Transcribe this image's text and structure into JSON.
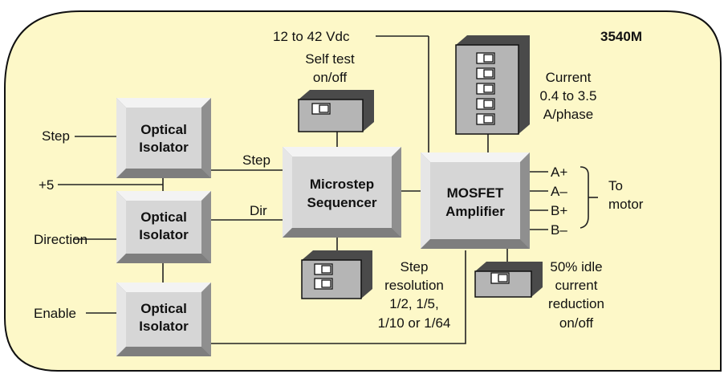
{
  "model": "3540M",
  "power": "12 to 42 Vdc",
  "blocks": {
    "isolator_line1": "Optical",
    "isolator_line2": "Isolator",
    "sequencer_line1": "Microstep",
    "sequencer_line2": "Sequencer",
    "amplifier_line1": "MOSFET",
    "amplifier_line2": "Amplifier"
  },
  "inputs": {
    "step": "Step",
    "plus5": "+5",
    "direction": "Direction",
    "enable": "Enable"
  },
  "signals": {
    "step": "Step",
    "dir": "Dir"
  },
  "self_test": {
    "line1": "Self test",
    "line2": "on/off"
  },
  "current": {
    "line1": "Current",
    "line2": "0.4 to 3.5",
    "line3": "A/phase"
  },
  "outputs": {
    "a_plus": "A+",
    "a_minus": "A–",
    "b_plus": "B+",
    "b_minus": "B–",
    "to_line1": "To",
    "to_line2": "motor"
  },
  "step_resolution": {
    "line1": "Step",
    "line2": "resolution",
    "line3": "1/2, 1/5,",
    "line4": "1/10 or 1/64"
  },
  "idle_current": {
    "line1": "50% idle",
    "line2": "current",
    "line3": "reduction",
    "line4": "on/off"
  },
  "colors": {
    "panel_fill": "#fdf8c8",
    "block_face": "#d6d6d6",
    "block_light": "#f2f2f2",
    "block_dark": "#8e8e8e",
    "dip_body": "#b5b5b5"
  }
}
